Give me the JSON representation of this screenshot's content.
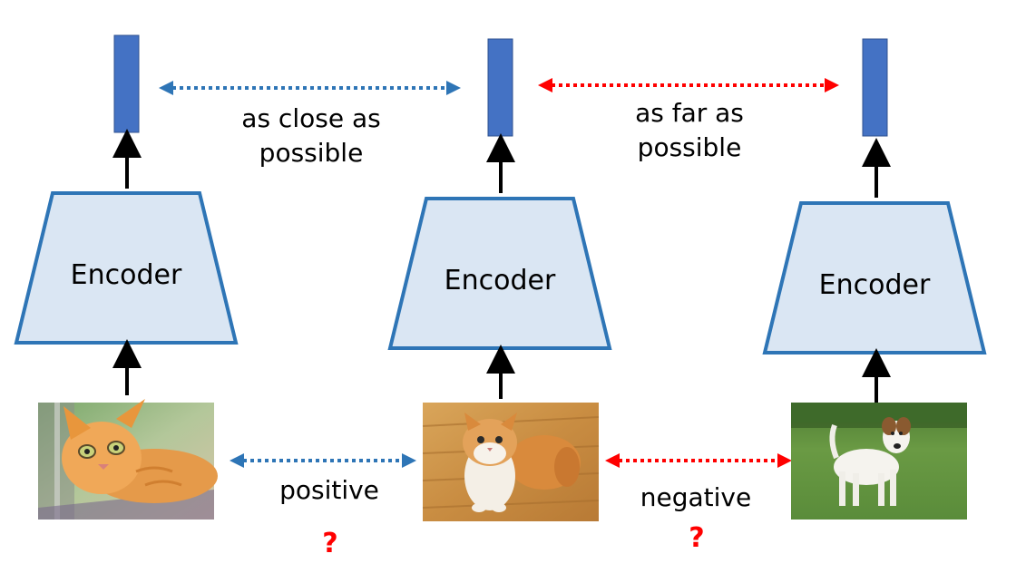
{
  "encoder_label": "Encoder",
  "labels": {
    "close_line1": "as close as",
    "close_line2": "possible",
    "far_line1": "as far as",
    "far_line2": "possible",
    "positive": "positive",
    "negative": "negative",
    "question": "?"
  },
  "colors": {
    "embedding": "#4472C4",
    "encoder_fill": "#DAE6F3",
    "encoder_stroke": "#2E75B6",
    "positive_arrow": "#2E75B6",
    "negative_arrow": "#FF0000",
    "question": "#FF0000"
  },
  "images": [
    {
      "name": "cat-image-1",
      "subject": "orange kitten lying on side"
    },
    {
      "name": "cat-image-2",
      "subject": "orange and white cat sitting on wood floor"
    },
    {
      "name": "dog-image",
      "subject": "white terrier dog standing on grass"
    }
  ]
}
